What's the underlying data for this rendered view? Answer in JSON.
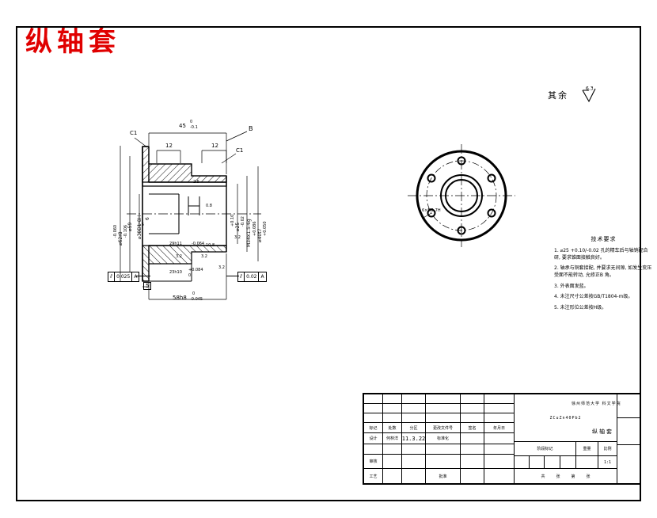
{
  "drawing": {
    "title_text": "纵轴套",
    "title_color": "#e00000",
    "general_roughness_label": "其余",
    "general_roughness_value": "6.3"
  },
  "views": {
    "section": {
      "name": "front-section-view",
      "section_letter": "B",
      "chamfer_left": "C1",
      "chamfer_right": "C1",
      "dim_overall_length": "45",
      "dim_overall_length_tol_upper": "0",
      "dim_overall_length_tol_lower": "-0.1",
      "dim_step_1": "12",
      "dim_step_2": "12",
      "dim_outer_flange": "⌀62r8",
      "dim_outer_flange_tol_upper": "-0.060",
      "dim_outer_flange_tol_lower": "-0.106",
      "dim_flange_face": "⌀59",
      "dim_bore_spline": "⌀30D1-8H",
      "dim_bore_depth": "6",
      "dim_inner_bore": "⌀25",
      "dim_inner_bore_tol_upper": "+0.10",
      "dim_inner_bore_tol_lower": "-0.02",
      "dim_thread": "M34x1.5-6g",
      "dim_outer_fit": "⌀40t7",
      "dim_outer_fit_tol_upper": "+0.086",
      "dim_outer_fit_tol_lower": "+0.050",
      "dim_flange_thickness": "5",
      "dim_body_length": "58h8",
      "dim_body_length_tol_upper": "0",
      "dim_body_length_tol_lower": "-0.045",
      "dim_groove": "23h10",
      "dim_groove_tol_upper": "+0.084",
      "dim_groove_tol_lower": "0",
      "dim_groove_width": "29h11",
      "dim_groove_width_tol": "-0.064",
      "dim_radius_note": "10.8",
      "rough_3_2_a": "3.2",
      "rough_3_2_b": "3.2",
      "rough_3_2_c": "3.2",
      "rough_3_2_d": "3.2",
      "rough_1_6": "1.6",
      "rough_2_5": "2.5",
      "rough_0_8": "0.8",
      "gtol_left_symbol": "⫽",
      "gtol_left_value": "0.025",
      "gtol_left_datum": "A",
      "gtol_right_symbol": "⫽",
      "gtol_right_value": "0.02",
      "gtol_right_datum": "A"
    },
    "circular": {
      "name": "left-end-view",
      "hole_callout": "6×M5-7H",
      "hole_count": 6
    }
  },
  "technical_requirements": {
    "heading": "技术要求",
    "items": [
      "1. ⌀25 +0.10/-0.02 孔的精车后与轴销配合研, 要求锥面接触良好。",
      "2. 轴承与铜套接配, 并要求无间隙, 如发生变压受面不能转动, 允修正B 角。",
      "3. 外表面发蓝。",
      "4. 未注尺寸公差按GB/T1804-m级。",
      "5. 未注形位公差按H级。"
    ]
  },
  "title_block": {
    "revision_header": [
      "标记",
      "处数",
      "分区",
      "更改文件号",
      "签名",
      "年月日"
    ],
    "rows": [
      {
        "role": "设计",
        "name": "何林洋",
        "date": "11.3.22",
        "label": "标准化"
      },
      {
        "role": "审核",
        "name": "",
        "date": "",
        "label": ""
      },
      {
        "role": "工艺",
        "name": "",
        "date": "",
        "label": "批准"
      }
    ],
    "material": "ZCuZn40Pb2",
    "stage_label": "阶段标记",
    "weight_label": "重量",
    "scale_label": "比例",
    "scale_value": "1:1",
    "sheet_note": [
      "共",
      "张",
      "第",
      "张"
    ],
    "organization": "徐州师范大学    科文学院",
    "part_name": "纵轴套"
  }
}
